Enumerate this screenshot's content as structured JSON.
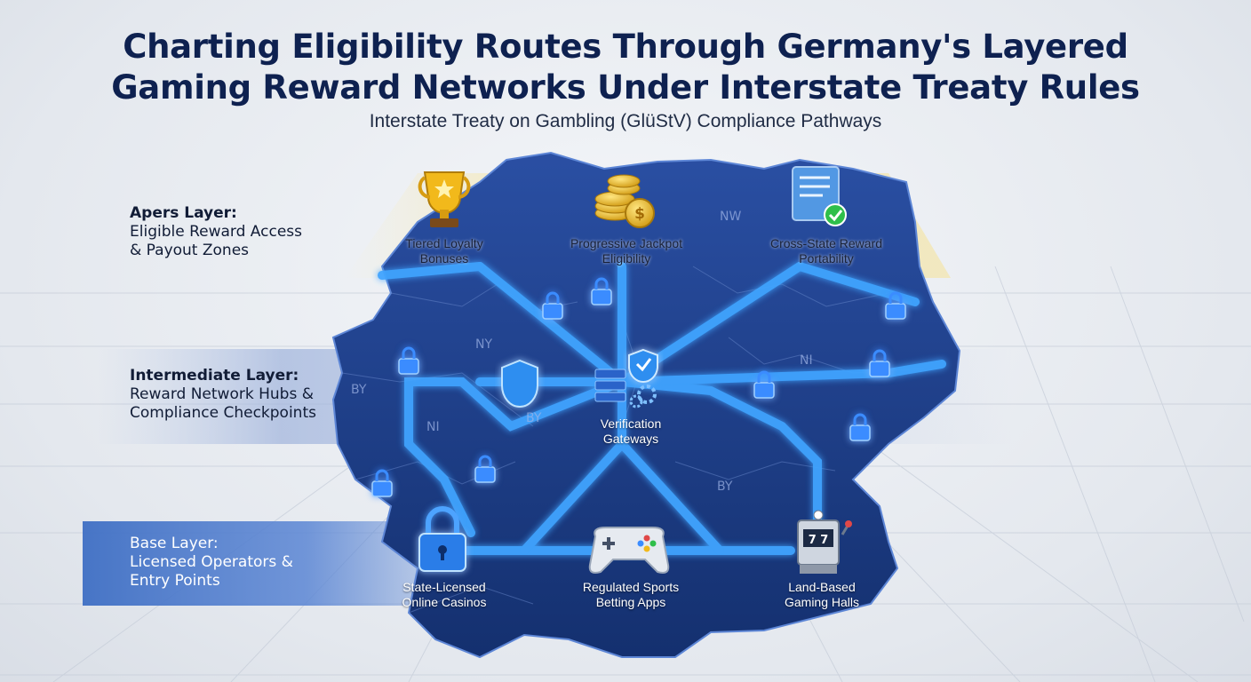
{
  "title_line1": "Charting Eligibility Routes Through Germany's Layered",
  "title_line2": "Gaming Reward Networks Under Interstate Treaty Rules",
  "subtitle": "Interstate Treaty on Gambling (GlüStV) Compliance Pathways",
  "layers": {
    "apex": {
      "head": "Apers Layer:",
      "desc1": "Eligible Reward Access",
      "desc2": "& Payout Zones"
    },
    "intermediate": {
      "head": "Intermediate Layer:",
      "desc1": "Reward Network Hubs &",
      "desc2": "Compliance Checkpoints"
    },
    "base": {
      "head": "Base Layer:",
      "desc1": "Licensed Operators &",
      "desc2": "Entry Points"
    }
  },
  "nodes": {
    "tiered": {
      "line1": "Tiered Loyalty",
      "line2": "Bonuses",
      "icon": "trophy-icon"
    },
    "jackpot": {
      "line1": "Progressive Jackpot",
      "line2": "Eligibility",
      "icon": "coins-icon"
    },
    "portability": {
      "line1": "Cross-State Reward",
      "line2": "Portability",
      "icon": "document-check-icon"
    },
    "verification": {
      "line1": "Verification",
      "line2": "Gateways",
      "icon": "server-shield-icon"
    },
    "casinos": {
      "line1": "State-Licensed",
      "line2": "Online Casinos",
      "icon": "lock-icon"
    },
    "sports": {
      "line1": "Regulated Sports",
      "line2": "Betting Apps",
      "icon": "gamepad-icon"
    },
    "halls": {
      "line1": "Land-Based",
      "line2": "Gaming Halls",
      "icon": "slot-machine-icon"
    }
  },
  "regions": [
    "NW",
    "NY",
    "BY",
    "BY",
    "NI",
    "BY",
    "NI"
  ],
  "colors": {
    "title": "#0e2150",
    "map_fill": "#1d3f8c",
    "route_glow": "#3fa4ff",
    "apex_band": "#f3e6b0",
    "lock": "#3b8cff"
  }
}
